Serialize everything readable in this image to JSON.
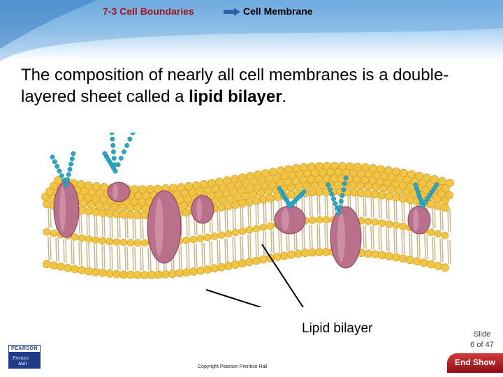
{
  "header": {
    "section": "7-3 Cell Boundaries",
    "topic": "Cell Membrane"
  },
  "title": {
    "text_before": "The composition of nearly all cell membranes is a double-layered sheet called a ",
    "bold_term": "lipid bilayer",
    "text_after": "."
  },
  "figure": {
    "label": "Lipid bilayer"
  },
  "footer": {
    "slide_line1": "Slide",
    "slide_line2": "6 of 47",
    "copyright": "Copyright Pearson Prentice Hall",
    "logo_top": "PEARSON",
    "logo_bottom_1": "Prentice",
    "logo_bottom_2": "Hall",
    "end_show": "End Show"
  },
  "colors": {
    "section_red": "#a0141e",
    "lipid_head": "#f2c443",
    "tail_color": "#c9b68a",
    "protein": "#b9708a",
    "sugar_chain": "#2aa7c6"
  }
}
